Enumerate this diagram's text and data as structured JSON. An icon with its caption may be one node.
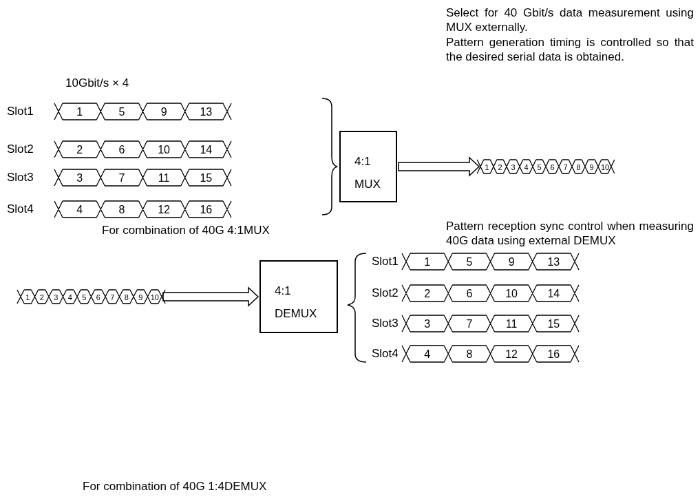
{
  "diagram": {
    "nodes": [
      {
        "text": [
          "1",
          "5",
          "9",
          "13"
        ],
        "beside": [
          "Slot1"
        ]
      },
      {
        "text": [
          "2",
          "6",
          "10",
          "14"
        ],
        "beside": [
          "Slot2"
        ]
      },
      {
        "text": [
          "3",
          "7",
          "11",
          "15"
        ],
        "beside": [
          "Slot3"
        ]
      },
      {
        "text": [
          "4",
          "8",
          "12",
          "16"
        ],
        "beside": [
          "Slot4"
        ]
      },
      {
        "text": [
          "4:1 MUX"
        ]
      },
      {
        "text": [
          "1",
          "2",
          "3",
          "4",
          "5",
          "6",
          "7",
          "8",
          "9",
          "10"
        ]
      },
      {
        "text": [
          "1",
          "2",
          "3",
          "4",
          "5",
          "6",
          "7",
          "8",
          "9",
          "10"
        ]
      },
      {
        "text": [
          "4:1 DEMUX"
        ]
      },
      {
        "text": [
          "1",
          "5",
          "9",
          "13"
        ],
        "beside": [
          "Slot1"
        ]
      },
      {
        "text": [
          "2",
          "6",
          "10",
          "14"
        ],
        "beside": [
          "Slot2"
        ]
      },
      {
        "text": [
          "3",
          "7",
          "11",
          "15"
        ],
        "beside": [
          "Slot3"
        ]
      },
      {
        "text": [
          "4",
          "8",
          "12",
          "16"
        ],
        "beside": [
          "Slot4"
        ]
      }
    ],
    "edges": [
      {
        "from": 4,
        "to": 5,
        "arrow": "to"
      },
      {
        "from": 6,
        "to": 7,
        "arrow": "to"
      }
    ],
    "labels": [
      "10Gbit/s × 4",
      "Select for 40 Gbit/s data measurement using MUX externally.",
      "Pattern generation timing is controlled so that the desired serial data is obtained.",
      "For combination of 40G 4:1MUX",
      "Pattern reception sync control when measuring 40G data using external DEMUX",
      "For combination of 40G 1:4DEMUX"
    ]
  }
}
